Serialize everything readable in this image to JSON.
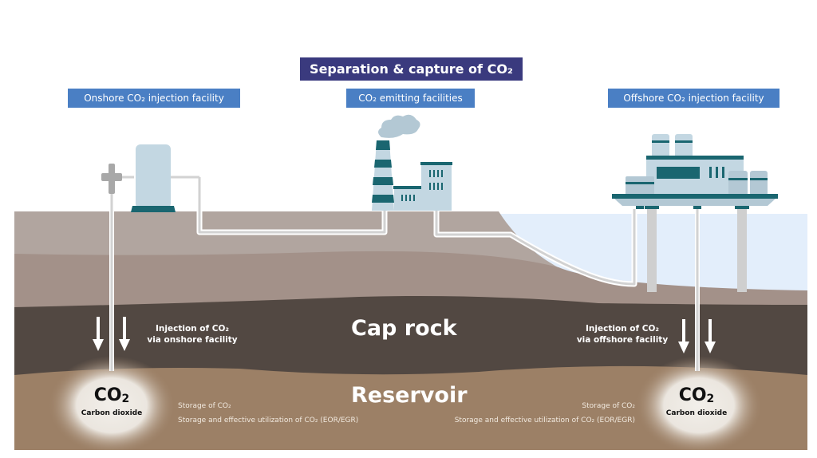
{
  "title": "Separation & capture of CO₂",
  "tags": {
    "onshore": "Onshore CO₂ injection facility",
    "emitting": "CO₂ emitting facilities",
    "offshore": "Offshore CO₂ injection facility"
  },
  "injection": {
    "onshore": {
      "line1": "Injection of CO₂",
      "line2": "via onshore facility"
    },
    "offshore": {
      "line1": "Injection of CO₂",
      "line2": "via offshore facility"
    }
  },
  "layers": {
    "cap_rock": "Cap rock",
    "reservoir": "Reservoir"
  },
  "co2_bubbles": {
    "left": {
      "formula": "CO",
      "subscript": "2",
      "caption": "Carbon dioxide"
    },
    "right": {
      "formula": "CO",
      "subscript": "2",
      "caption": "Carbon dioxide"
    }
  },
  "storage": {
    "left": {
      "line1": "Storage of CO₂",
      "line2": "Storage and effective utilization of CO₂ (EOR/EGR)"
    },
    "right": {
      "line1": "Storage of CO₂",
      "line2": "Storage and effective utilization of CO₂ (EOR/EGR)"
    }
  },
  "colors": {
    "title_bg": "#3a3a7e",
    "tag_bg": "#4a7fc4",
    "teal": "#1a6670",
    "facility_light": "#c3d7e2",
    "surface_soil": "#b1a59f",
    "mid_soil": "#a39189",
    "cap_rock": "#524842",
    "reservoir": "#9c8066",
    "sea": "#e3eefb",
    "pipe": "#d2d2d2"
  }
}
